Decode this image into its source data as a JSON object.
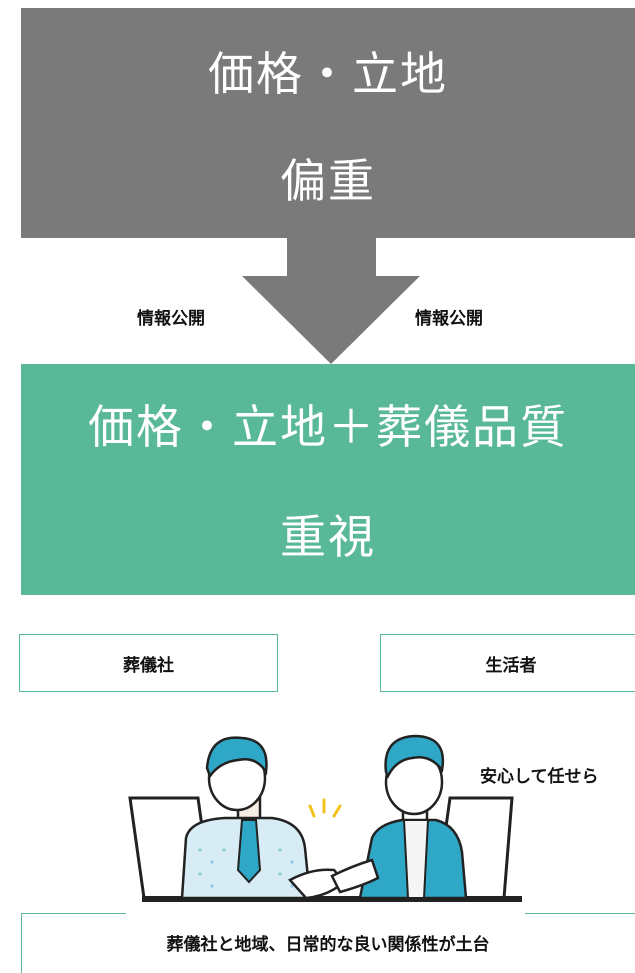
{
  "top_box": {
    "line1": "価格・立地",
    "line2": "偏重"
  },
  "arrow": {
    "left_label": "情報公開",
    "right_label": "情報公開"
  },
  "mid_box": {
    "line1": "価格・立地＋葬儀品質",
    "line2": "重視"
  },
  "parties": {
    "left": "葬儀社",
    "right": "生活者"
  },
  "speech": "安心して任せら",
  "footer": "葬儀社と地域、日常的な良い関係性が土台",
  "colors": {
    "gray": "#7a7a7a",
    "green": "#58b897",
    "blue": "#2fa8c8"
  }
}
